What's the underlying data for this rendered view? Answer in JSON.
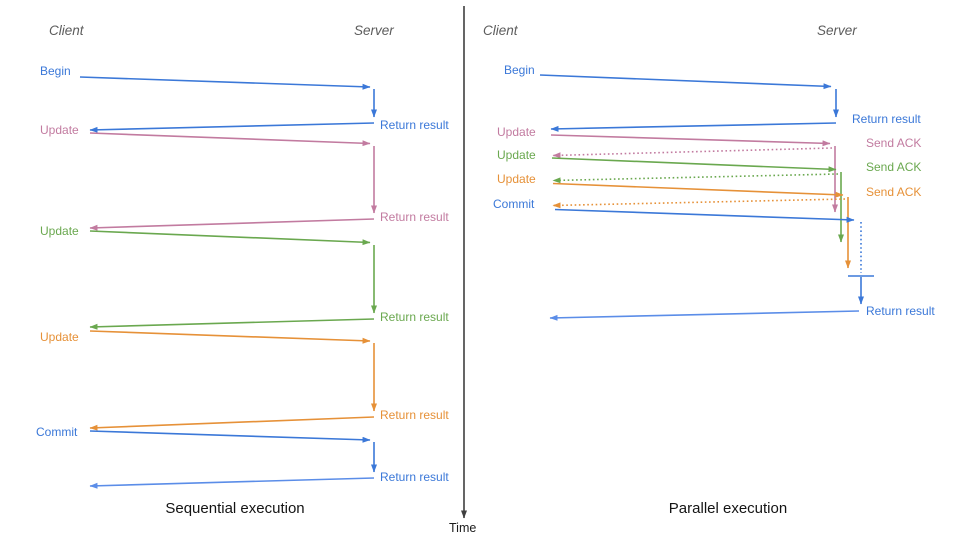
{
  "palette": {
    "blue": "#3b78d8",
    "blue2": "#5b8de8",
    "pink": "#c27ba0",
    "green": "#6aa84f",
    "orange": "#e69138",
    "axis": "#3f3f3f",
    "header": "#5c5c5c",
    "title": "#141414"
  },
  "axis": {
    "time_label": "Time"
  },
  "sequential": {
    "title": "Sequential execution",
    "client_header": "Client",
    "server_header": "Server",
    "messages": {
      "begin": {
        "label": "Begin",
        "color": "blue"
      },
      "return1": {
        "label": "Return result",
        "color": "blue"
      },
      "update1": {
        "label": "Update",
        "color": "pink"
      },
      "return2": {
        "label": "Return result",
        "color": "pink"
      },
      "update2": {
        "label": "Update",
        "color": "green"
      },
      "return3": {
        "label": "Return result",
        "color": "green"
      },
      "update3": {
        "label": "Update",
        "color": "orange"
      },
      "return4": {
        "label": "Return result",
        "color": "orange"
      },
      "commit": {
        "label": "Commit",
        "color": "blue"
      },
      "return5": {
        "label": "Return result",
        "color": "blue"
      }
    }
  },
  "parallel": {
    "title": "Parallel execution",
    "client_header": "Client",
    "server_header": "Server",
    "messages": {
      "begin": {
        "label": "Begin",
        "color": "blue"
      },
      "return1": {
        "label": "Return result",
        "color": "blue"
      },
      "update1": {
        "label": "Update",
        "color": "pink"
      },
      "ack1": {
        "label": "Send ACK",
        "color": "pink"
      },
      "update2": {
        "label": "Update",
        "color": "green"
      },
      "ack2": {
        "label": "Send ACK",
        "color": "green"
      },
      "update3": {
        "label": "Update",
        "color": "orange"
      },
      "ack3": {
        "label": "Send ACK",
        "color": "orange"
      },
      "commit": {
        "label": "Commit",
        "color": "blue"
      },
      "return2": {
        "label": "Return result",
        "color": "blue"
      }
    }
  }
}
